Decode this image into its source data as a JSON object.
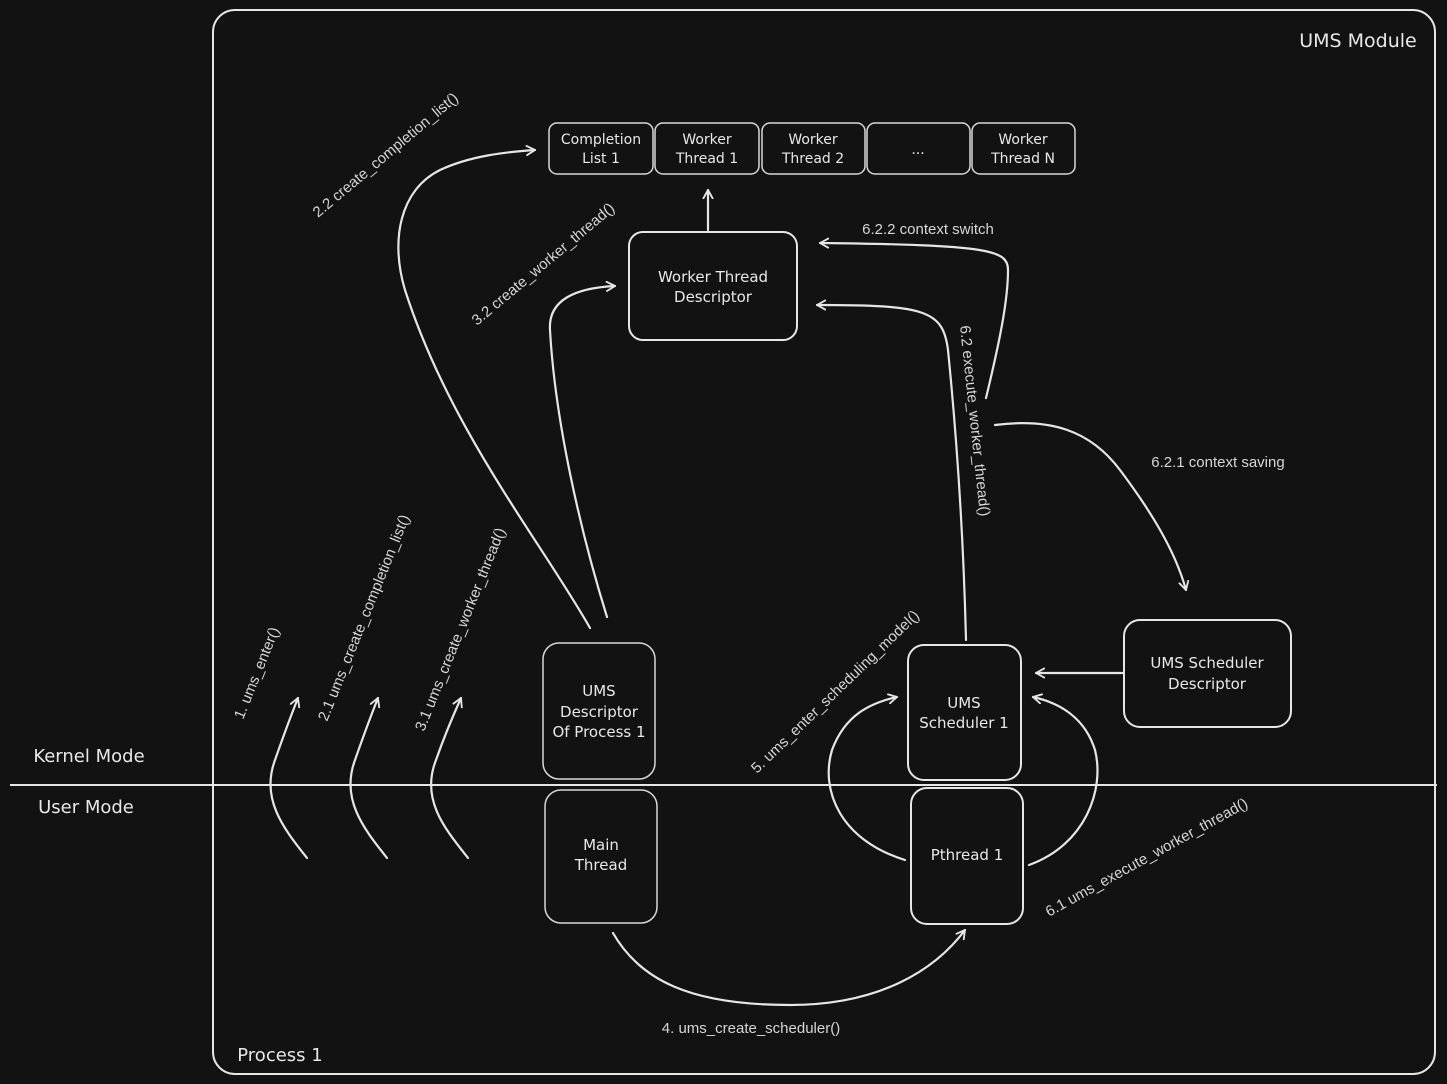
{
  "frames": {
    "module_label": "UMS Module",
    "process_label": "Process 1"
  },
  "modes": {
    "kernel": "Kernel Mode",
    "user": "User Mode"
  },
  "queue": {
    "completion_list": [
      "Completion",
      "List 1"
    ],
    "worker_1": [
      "Worker",
      "Thread 1"
    ],
    "worker_2": [
      "Worker",
      "Thread 2"
    ],
    "ellipsis": "...",
    "worker_n": [
      "Worker",
      "Thread N"
    ]
  },
  "boxes": {
    "worker_thread_descriptor": [
      "Worker Thread",
      "Descriptor"
    ],
    "ums_descriptor": [
      "UMS",
      "Descriptor",
      "Of Process 1"
    ],
    "main_thread": [
      "Main",
      "Thread"
    ],
    "ums_scheduler": [
      "UMS",
      "Scheduler 1"
    ],
    "pthread": "Pthread 1",
    "scheduler_descriptor": [
      "UMS Scheduler",
      "Descriptor"
    ]
  },
  "steps": {
    "s1": "1. ums_enter()",
    "s2_1": "2.1 ums_create_completion_list()",
    "s3_1": "3.1 ums_create_worker_thread()",
    "s2_2": "2.2 create_completion_list()",
    "s3_2": "3.2 create_worker_thread()",
    "s4": "4. ums_create_scheduler()",
    "s5": "5. ums_enter_scheduling_model()",
    "s6_1": "6.1 ums_execute_worker_thread()",
    "s6_2": "6.2 execute_worker_thread()",
    "s6_2_1": "6.2.1 context saving",
    "s6_2_2": "6.2.2 context switch"
  }
}
